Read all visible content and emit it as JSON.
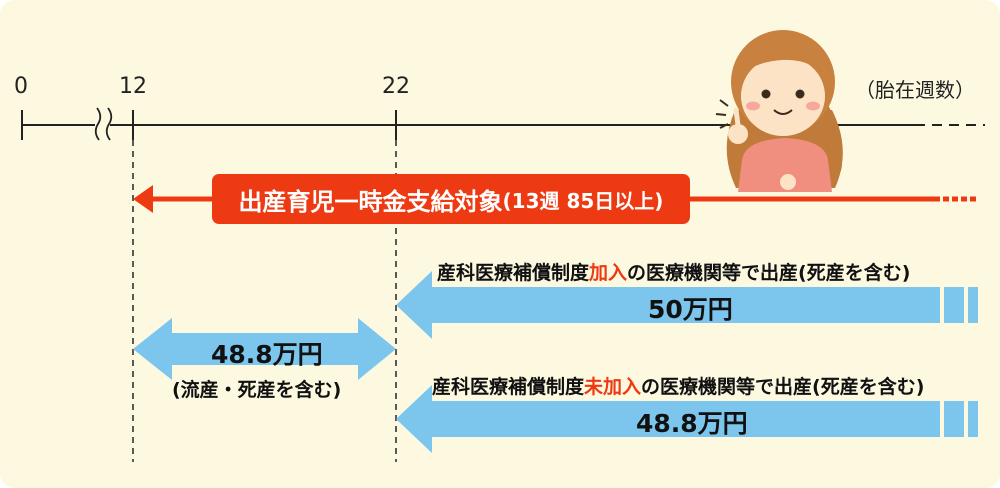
{
  "axis": {
    "ticks": [
      "0",
      "12",
      "22"
    ],
    "unit_label": "（胎在週数）"
  },
  "eligibility": {
    "label_main": "出産育児一時金支給対象",
    "label_note": "(13週 85日以上)"
  },
  "joined": {
    "caption_pre": "産科医療補償制度",
    "caption_highlight": "加入",
    "caption_post": "の医療機関等で出産(死産を含む)",
    "amount": "50万円"
  },
  "early": {
    "amount": "48.8万円",
    "note": "(流産・死産を含む)"
  },
  "not_joined": {
    "caption_pre": "産科医療補償制度",
    "caption_highlight": "未加入",
    "caption_post": "の医療機関等で出産(死産を含む)",
    "amount": "48.8万円"
  },
  "colors": {
    "red": "#ee3a12",
    "blue": "#7cc6ee",
    "background": "#fdf9e1"
  }
}
